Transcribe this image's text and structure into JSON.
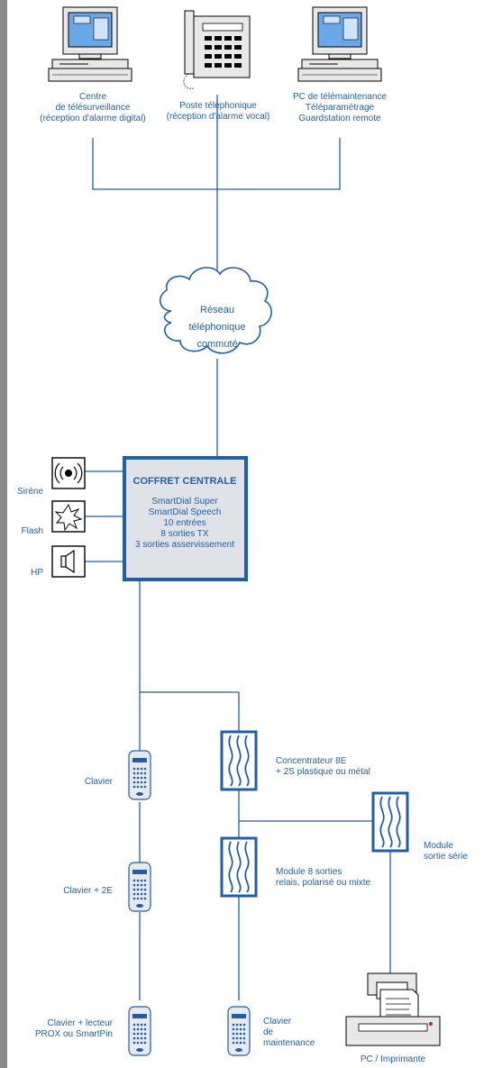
{
  "colors": {
    "accent": "#1f5fa8",
    "box_fill": "#dfe3e7",
    "box_border": "#1f5fa8",
    "side_bar": "#8a8a8a"
  },
  "top": {
    "left_station": {
      "line1": "Centre",
      "line2": "de télésurveillance",
      "line3": "(réception d'alarme digital)"
    },
    "phone": {
      "line1": "Poste téléphonique",
      "line2": "(réception d'alarme vocal)"
    },
    "right_station": {
      "line1": "PC de télémaintenance",
      "line2": "Téléparamétrage",
      "line3": "Guardstation remote"
    }
  },
  "network": {
    "line1": "Réseau",
    "line2": "téléphonique",
    "line3": "commuté"
  },
  "central": {
    "title": "COFFRET CENTRALE",
    "lines": [
      "SmartDial Super",
      "SmartDial Speech",
      "10 entrées",
      "8 sorties TX",
      "3 sorties asservissement"
    ]
  },
  "outputs": {
    "siren": "Sirène",
    "flash": "Flash",
    "hp": "HP"
  },
  "keypads": {
    "k1": {
      "label": "Clavier"
    },
    "k2": {
      "label": "Clavier + 2E"
    },
    "k3": {
      "line1": "Clavier + lecteur",
      "line2": "PROX ou SmartPin"
    },
    "k4": {
      "line1": "Clavier",
      "line2": "de",
      "line3": "maintenance"
    }
  },
  "modules": {
    "concentrator": {
      "line1": "Concentrateur 8E",
      "line2": "+ 2S plastique ou métal"
    },
    "serial": {
      "line1": "Module",
      "line2": "sortie série"
    },
    "relays": {
      "line1": "Module 8 sorties",
      "line2": "relais, polarisé ou mixte"
    }
  },
  "printer": {
    "label": "PC / Imprimante"
  }
}
